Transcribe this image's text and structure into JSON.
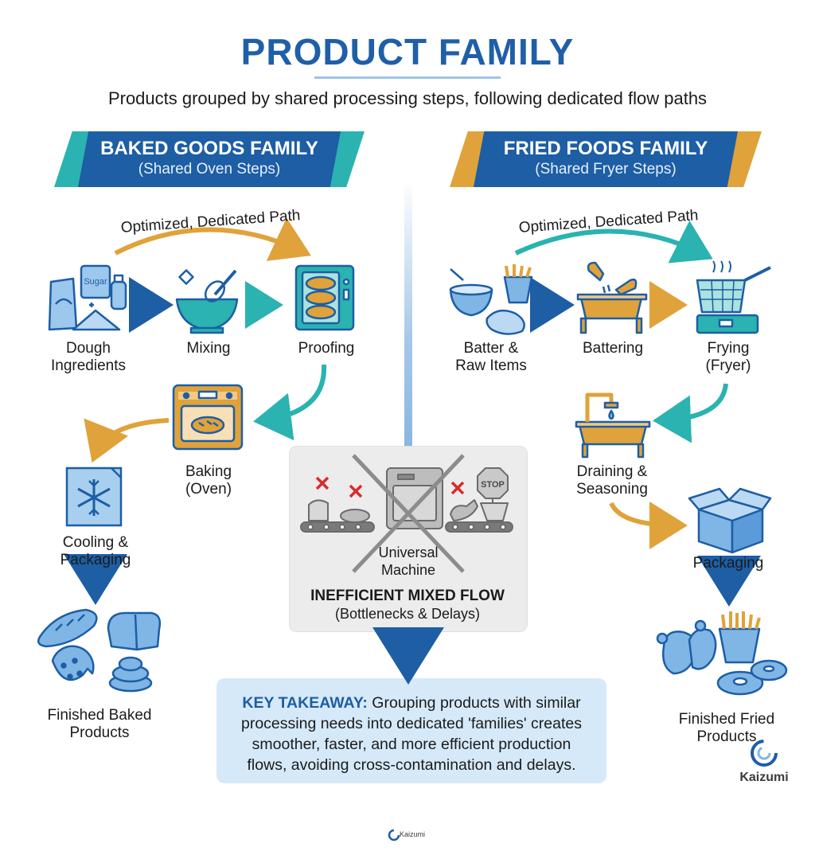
{
  "header": {
    "title": "PRODUCT FAMILY",
    "subtitle": "Products grouped by shared processing steps, following dedicated flow paths"
  },
  "baked": {
    "banner_title": "BAKED GOODS FAMILY",
    "banner_subtitle": "(Shared Oven Steps)",
    "path_label": "Optimized, Dedicated Path",
    "icon_sugar_text": "Sugar",
    "steps": {
      "ingredients": "Dough\nIngredients",
      "mixing": "Mixing",
      "proofing": "Proofing",
      "baking": "Baking\n(Oven)",
      "cooling": "Cooling &\nPackaging",
      "finished": "Finished Baked\nProducts"
    }
  },
  "fried": {
    "banner_title": "FRIED FOODS FAMILY",
    "banner_subtitle": "(Shared Fryer Steps)",
    "path_label": "Optimized, Dedicated Path",
    "steps": {
      "raw": "Batter &\nRaw Items",
      "battering": "Battering",
      "frying": "Frying\n(Fryer)",
      "draining": "Draining &\nSeasoning",
      "packaging": "Packaging",
      "finished": "Finished Fried\nProducts"
    }
  },
  "mixed": {
    "machine_label": "Universal\nMachine",
    "title": "INEFFICIENT MIXED FLOW",
    "subtitle": "(Bottlenecks & Delays)",
    "stop_sign": "STOP"
  },
  "takeaway": {
    "label": "KEY TAKEAWAY:",
    "text": " Grouping products with similar processing needs into dedicated 'families' creates smoother, faster, and more efficient production flows, avoiding cross-contamination and delays."
  },
  "brand": {
    "name_large": "Kaizumi",
    "name_small": "Kaizumi"
  },
  "colors": {
    "blue": "#1d5ea5",
    "teal": "#2ab3b0",
    "orange": "#e0a23a",
    "icon_fill": "#7fb6e6",
    "red": "#d92b2b"
  }
}
